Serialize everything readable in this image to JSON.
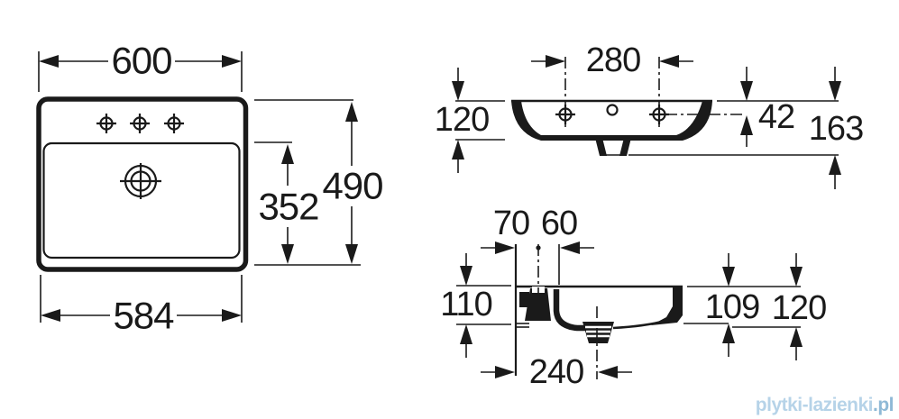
{
  "views": {
    "top": {
      "label": "top-view",
      "dims": {
        "width": "600",
        "bottom_width": "584",
        "inner_depth": "352",
        "total_depth": "490"
      }
    },
    "front": {
      "label": "front-view",
      "dims": {
        "tap_spacing": "280",
        "rim_height": "120",
        "tap_drop": "42",
        "total_height": "163"
      }
    },
    "side": {
      "label": "side-view",
      "dims": {
        "wall_to_tap": "70",
        "tap_to_front": "60",
        "rim_height": "110",
        "inner_height": "109",
        "edge_height": "120",
        "drain_offset": "240"
      }
    }
  },
  "watermark": {
    "name": "plytki-lazienki",
    "tld": ".pl"
  },
  "colors": {
    "ink": "#1a1a1a",
    "background": "#ffffff",
    "watermark": "#b6d3e8",
    "watermark_tld": "#8fb9d6"
  }
}
